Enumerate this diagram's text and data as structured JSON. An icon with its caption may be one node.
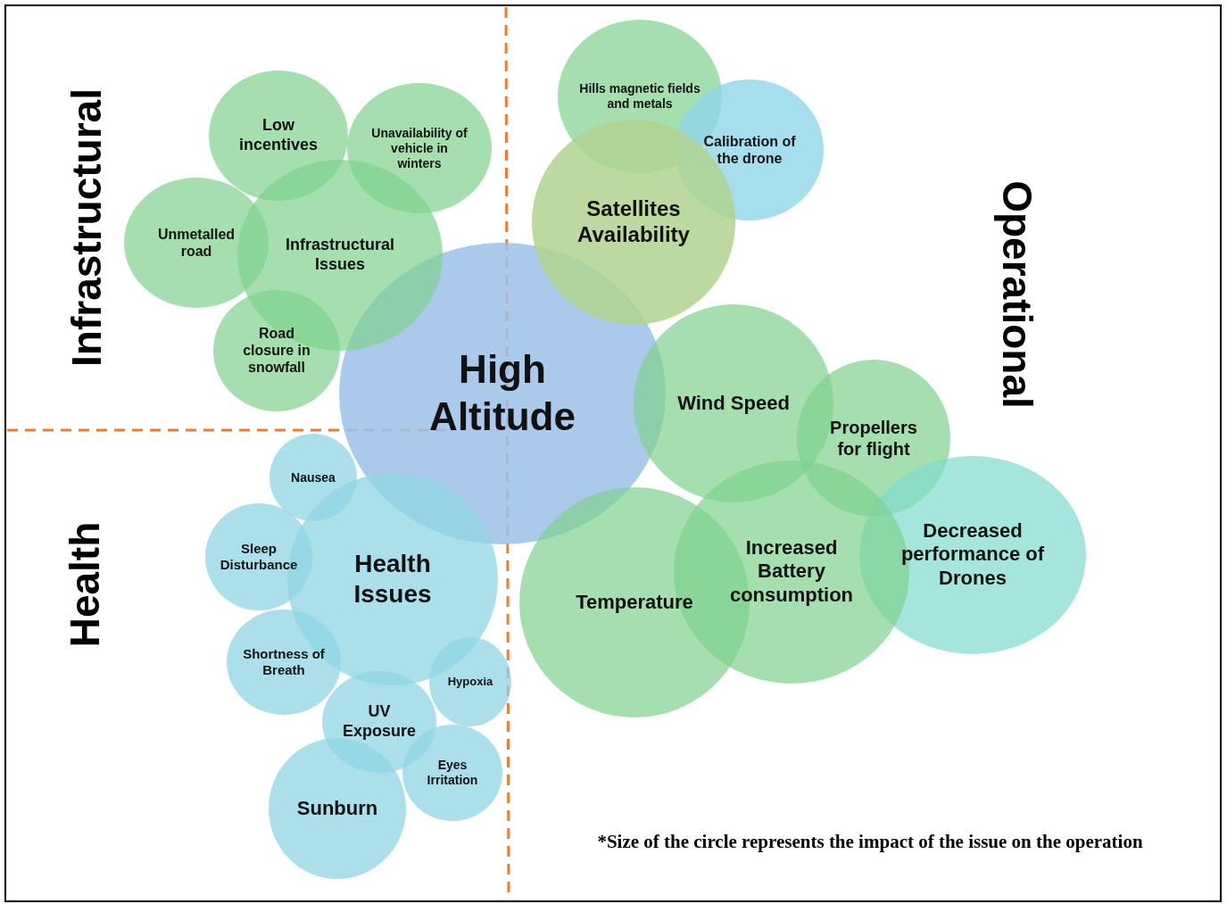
{
  "diagram": {
    "nodes": [
      {
        "text": [
          "High Altitude"
        ]
      },
      {
        "text": [
          "Infrastructural Issues"
        ]
      },
      {
        "text": [
          "Low incentives"
        ]
      },
      {
        "text": [
          "Unavailability of vehicle in winters"
        ]
      },
      {
        "text": [
          "Unmetalled road"
        ]
      },
      {
        "text": [
          "Road closure in snowfall"
        ]
      },
      {
        "text": [
          "Hills magnetic fields and metals"
        ]
      },
      {
        "text": [
          "Calibration of the drone"
        ]
      },
      {
        "text": [
          "Satellites Availability"
        ]
      },
      {
        "text": [
          "Wind Speed"
        ]
      },
      {
        "text": [
          "Propellers for flight"
        ]
      },
      {
        "text": [
          "Decreased performance of Drones"
        ]
      },
      {
        "text": [
          "Increased Battery consumption"
        ]
      },
      {
        "text": [
          "Temperature"
        ]
      },
      {
        "text": [
          "Health Issues"
        ]
      },
      {
        "text": [
          "Nausea"
        ]
      },
      {
        "text": [
          "Sleep Disturbance"
        ]
      },
      {
        "text": [
          "Shortness of Breath"
        ]
      },
      {
        "text": [
          "UV Exposure"
        ]
      },
      {
        "text": [
          "Hypoxia"
        ]
      },
      {
        "text": [
          "Eyes Irritation"
        ]
      },
      {
        "text": [
          "Sunburn"
        ]
      }
    ],
    "edges": [],
    "labels": [
      "Infrastructural",
      "Operational",
      "Health",
      "*Size of the circle represents the impact of the issue on the operation"
    ]
  }
}
